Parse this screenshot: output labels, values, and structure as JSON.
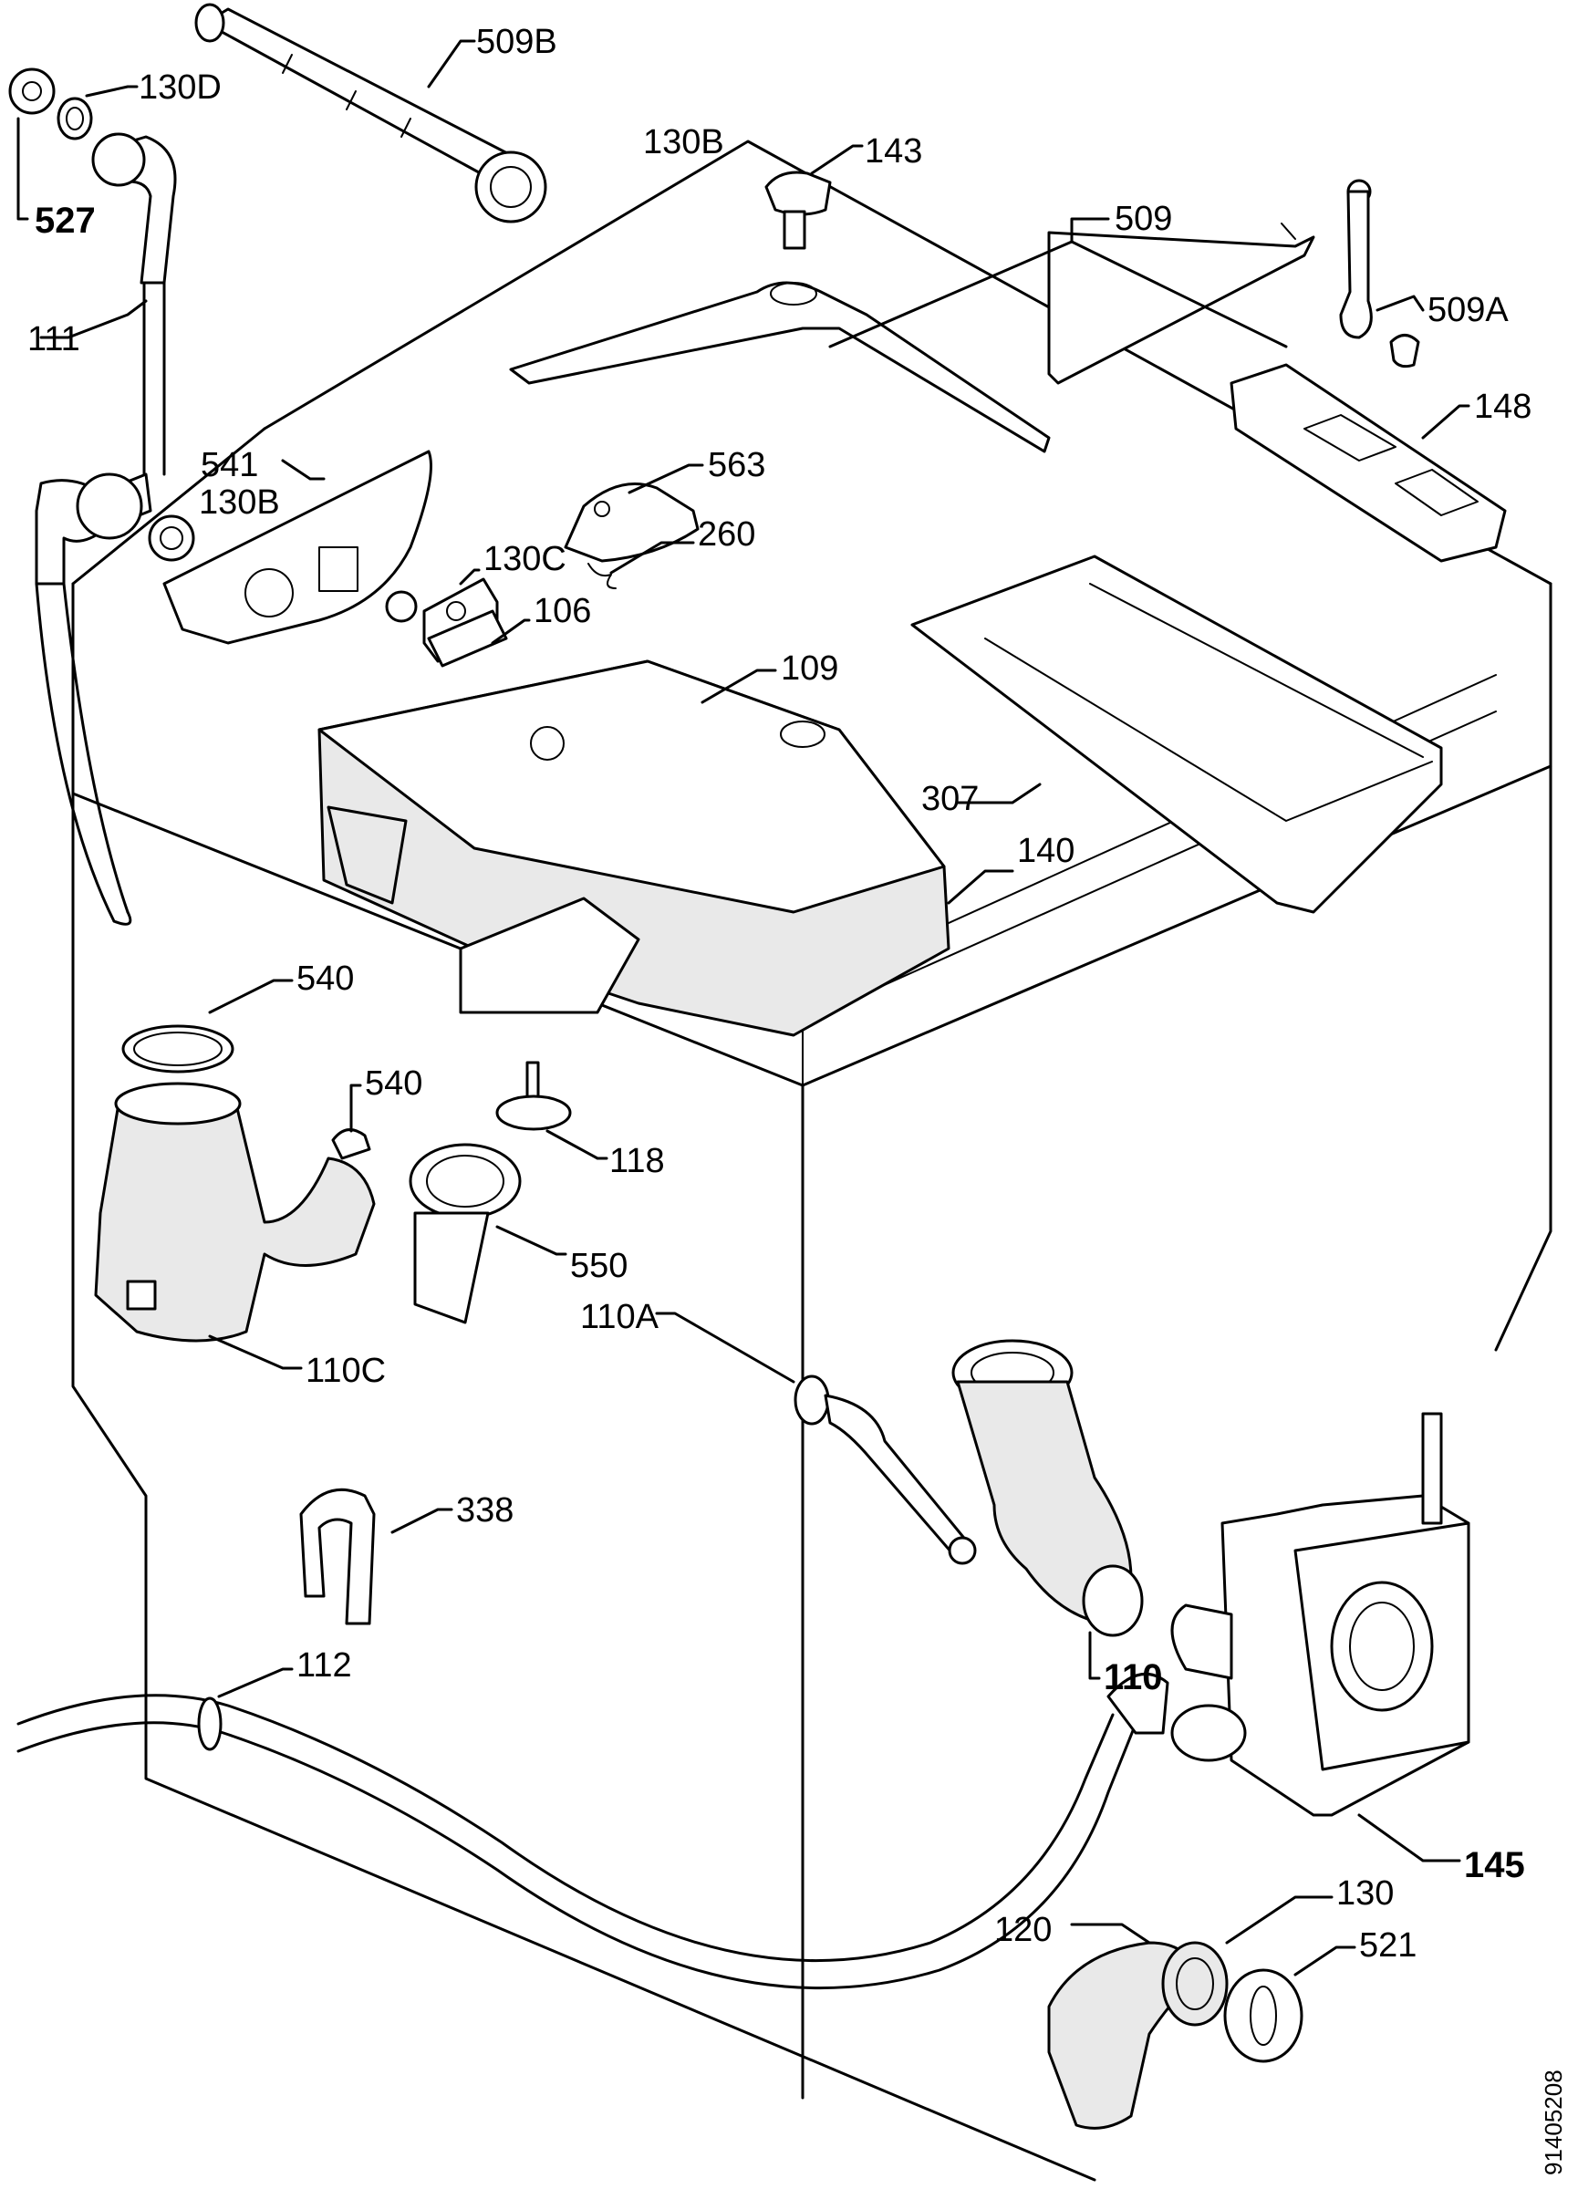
{
  "labels": {
    "l509b": "509B",
    "l130d": "130D",
    "l130b_top": "130B",
    "l143": "143",
    "l509": "509",
    "l527": "527",
    "l509a": "509A",
    "l111": "111",
    "l148": "148",
    "l541": "541",
    "l563": "563",
    "l130b_mid": "130B",
    "l260": "260",
    "l130c": "130C",
    "l106": "106",
    "l109": "109",
    "l307": "307",
    "l140": "140",
    "l540_top": "540",
    "l540_mid": "540",
    "l118": "118",
    "l550": "550",
    "l110a": "110A",
    "l110c": "110C",
    "l338": "338",
    "l110": "110",
    "l112": "112",
    "l145": "145",
    "l130": "130",
    "l120": "120",
    "l521": "521"
  },
  "document_id": "91405208"
}
